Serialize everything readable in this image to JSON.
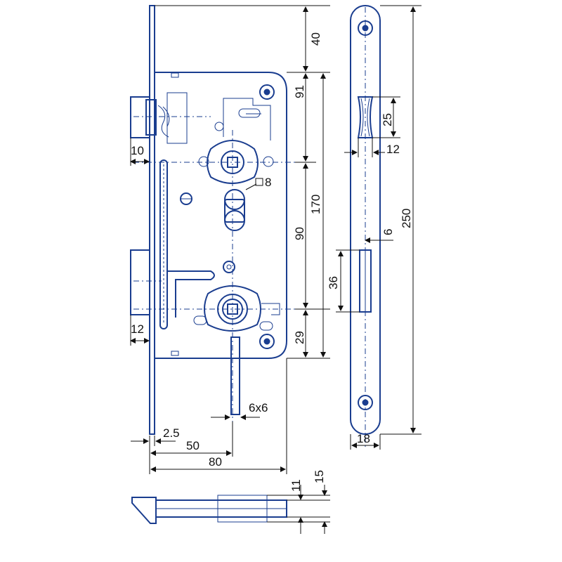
{
  "dimensions": {
    "d40": "40",
    "d91": "91",
    "d170": "170",
    "d90": "90",
    "d29": "29",
    "d8": "8",
    "d10": "10",
    "d12_left": "12",
    "d6x6": "6x6",
    "d2_5": "2.5",
    "d50": "50",
    "d80": "80",
    "d11": "11",
    "d15": "15",
    "d25": "25",
    "d12_right": "12",
    "d6": "6",
    "d36": "36",
    "d250": "250",
    "d18": "18"
  },
  "colors": {
    "line": "#1a3d8f",
    "text": "#111111"
  }
}
